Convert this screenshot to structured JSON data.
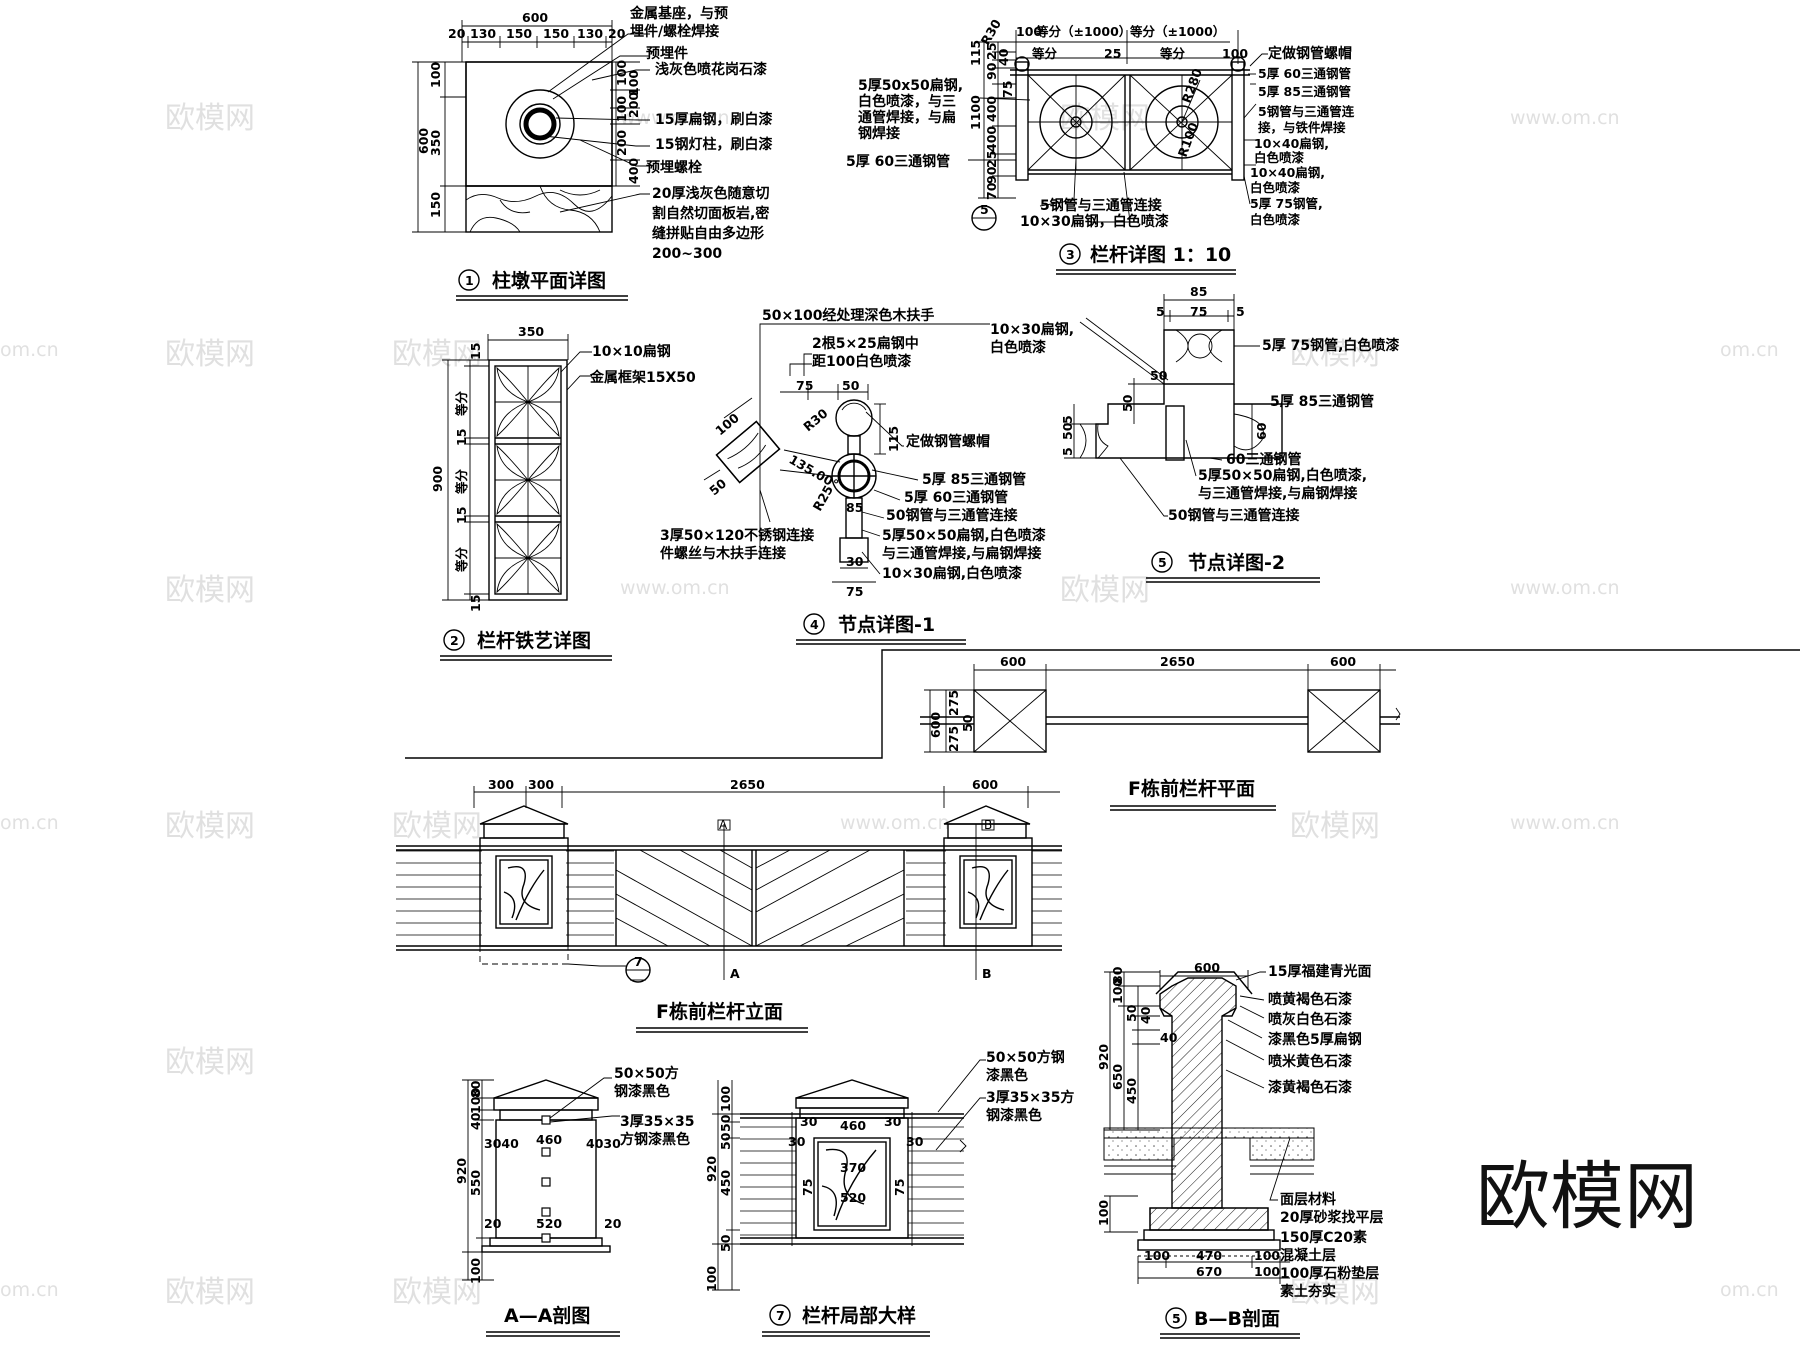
{
  "watermark": {
    "text": "欧模网",
    "url": "www.om.cn",
    "url_short": "om.cn"
  },
  "brand_logo": "欧模网",
  "d1": {
    "num": "1",
    "title": "柱墩平面详图",
    "dims_top": [
      "600",
      "20",
      "130",
      "150",
      "150",
      "130",
      "20"
    ],
    "dims_left": [
      "600",
      "100",
      "350",
      "150"
    ],
    "dims_right": [
      "100",
      "100",
      "100",
      "200",
      "200",
      "400"
    ],
    "notes": [
      "金属基座，与预",
      "埋件/螺栓焊接",
      "预埋件",
      "浅灰色喷花岗石漆",
      "15厚扁钢，刷白漆",
      "15钢灯柱，刷白漆",
      "预埋螺栓",
      "20厚浅灰色随意切",
      "割自然切面板岩,密",
      "缝拼贴自由多边形",
      "200~300"
    ]
  },
  "d2": {
    "num": "2",
    "title": "栏杆铁艺详图",
    "dim_top": "350",
    "dim_total": "900",
    "dims_side": [
      "15",
      "等分",
      "15",
      "等分",
      "15",
      "等分",
      "15"
    ],
    "notes": [
      "10×10扁钢",
      "金属框架15X50"
    ]
  },
  "d3": {
    "num": "3",
    "title": "栏杆详图 1：10",
    "dims_top": [
      "100",
      "等分（±1000）",
      "等分（±1000）",
      "R30",
      "等分",
      "25",
      "等分",
      "100"
    ],
    "dims_left": [
      "115",
      "25",
      "40",
      "90",
      "75",
      "1100",
      "400",
      "400",
      "25",
      "90",
      "70"
    ],
    "dims_r": [
      "R280",
      "R100"
    ],
    "notes_left": [
      "5厚50x50扁钢,",
      "白色喷漆，与三",
      "通管焊接，与扁",
      "钢焊接",
      "5厚 60三通钢管"
    ],
    "notes_right": [
      "定做钢管螺帽",
      "5厚 60三通钢管",
      "5厚 85三通钢管",
      "5钢管与三通管连",
      "接，与铁件焊接",
      "10×40扁钢,",
      "白色喷漆",
      "10×40扁钢,",
      "白色喷漆",
      "5厚 75钢管,",
      "白色喷漆"
    ],
    "notes_bottom": [
      "5钢管与三通管连接",
      "10×30扁钢，白色喷漆"
    ],
    "callout": "5"
  },
  "d4": {
    "num": "4",
    "title": "节点详图-1",
    "notes_top": [
      "50×100经处理深色木扶手",
      "2根5×25扁钢中",
      "距100白色喷漆"
    ],
    "dims": [
      "75",
      "50",
      "100",
      "R30",
      "115",
      "135.00°",
      "50",
      "R25",
      "85",
      "30",
      "75"
    ],
    "notes_right": [
      "定做钢管螺帽",
      "5厚 85三通钢管",
      "5厚 60三通钢管",
      "50钢管与三通管连接",
      "5厚50×50扁钢,白色喷漆",
      "与三通管焊接,与扁钢焊接",
      "10×30扁钢,白色喷漆"
    ],
    "notes_left": [
      "3厚50×120不锈钢连接",
      "件螺丝与木扶手连接"
    ]
  },
  "d5": {
    "num": "5",
    "title": "节点详图-2",
    "dims": [
      "85",
      "5",
      "75",
      "5",
      "50",
      "50",
      "5",
      "50",
      "5",
      "60"
    ],
    "notes": [
      "10×30扁钢,",
      "白色喷漆",
      "5厚 75钢管,白色喷漆",
      "5厚 85三通钢管",
      "60三通钢管",
      "5厚50×50扁钢,白色喷漆,",
      "与三通管焊接,与扁钢焊接",
      "50钢管与三通管连接"
    ]
  },
  "plan": {
    "title": "F栋前栏杆平面",
    "dims": [
      "600",
      "2650",
      "600",
      "275",
      "275",
      "600",
      "50"
    ]
  },
  "elev": {
    "title": "F栋前栏杆立面",
    "dims": [
      "300",
      "300",
      "2650",
      "600"
    ],
    "marks": [
      "A",
      "B",
      "A",
      "B"
    ],
    "callout": "7"
  },
  "sec_aa": {
    "title": "A—A剖图",
    "dims": [
      "80",
      "100",
      "40",
      "550",
      "920",
      "100",
      "460",
      "3040",
      "4030",
      "20",
      "520",
      "20"
    ],
    "notes": [
      "50×50方",
      "钢漆黑色",
      "3厚35×35",
      "方钢漆黑色"
    ]
  },
  "d7": {
    "num": "7",
    "title": "栏杆局部大样",
    "dims": [
      "30",
      "460",
      "30",
      "30",
      "30",
      "75",
      "370",
      "75",
      "520",
      "920",
      "450",
      "50",
      "100",
      "50",
      "100",
      "50"
    ],
    "notes": [
      "50×50方钢",
      "漆黑色",
      "3厚35×35方",
      "钢漆黑色"
    ]
  },
  "sec_bb": {
    "num": "5",
    "title": "B—B剖面",
    "dims_top": [
      "600",
      "80",
      "100",
      "50",
      "40",
      "40",
      "920",
      "650",
      "450",
      "100"
    ],
    "dims_bottom": [
      "100",
      "470",
      "100",
      "670",
      "100"
    ],
    "notes": [
      "15厚福建青光面",
      "喷黄褐色石漆",
      "喷灰白色石漆",
      "漆黑色5厚扁钢",
      "喷米黄色石漆",
      "漆黄褐色石漆",
      "面层材料",
      "20厚砂浆找平层",
      "150厚C20素",
      "混凝土层",
      "100厚石粉垫层",
      "素土夯实"
    ]
  }
}
